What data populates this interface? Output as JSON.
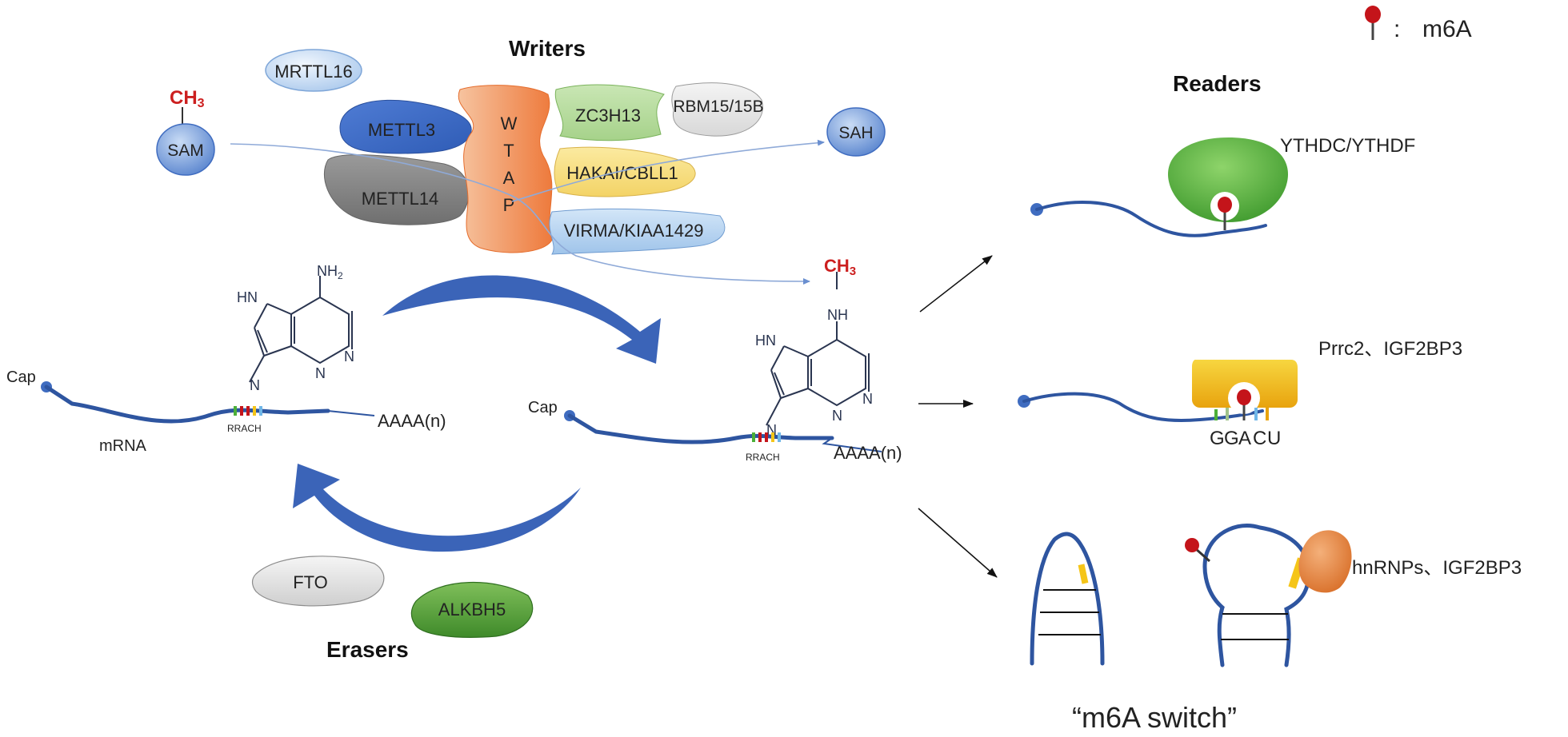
{
  "legend": {
    "separator": ":",
    "label": "m6A"
  },
  "writers": {
    "title": "Writers",
    "proteins": {
      "mettl16": "MRTTL16",
      "mettl3": "METTL3",
      "mettl14": "METTL14",
      "wtap_letters": [
        "W",
        "T",
        "A",
        "P"
      ],
      "zc3h13": "ZC3H13",
      "rbm15": "RBM15/15B",
      "hakai": "HAKAI/CBLL1",
      "virma": "VIRMA/KIAA1429"
    }
  },
  "methyl_donor": {
    "ch3": "CH3",
    "ch3_main": "CH",
    "ch3_sub": "3",
    "sam": "SAM",
    "sah": "SAH"
  },
  "erasers": {
    "title": "Erasers",
    "fto": "FTO",
    "alkbh5": "ALKBH5"
  },
  "mrna_left": {
    "cap": "Cap",
    "label": "mRNA",
    "motif": "RRACH",
    "tail": "AAAA(n)"
  },
  "mrna_right": {
    "cap": "Cap",
    "motif": "RRACH",
    "tail": "AAAA(n)"
  },
  "adenine": {
    "nh2": "NH",
    "nh2_sub": "2",
    "hn": "HN",
    "n": "N"
  },
  "m6a_base": {
    "ch3_main": "CH",
    "ch3_sub": "3",
    "nh": "NH",
    "hn": "HN",
    "n": "N"
  },
  "readers": {
    "title": "Readers",
    "ythdc": "YTHDC/YTHDF",
    "prrc2": "Prrc2、IGF2BP3",
    "motif_letters": [
      "G",
      "G",
      "A",
      "C",
      "U"
    ],
    "hnrnps": "hnRNPs、IGF2BP3",
    "switch_label": "“m6A switch”"
  },
  "colors": {
    "rna_blue": "#2e55a0",
    "arrow_blue": "#3b64b8",
    "m6a_red": "#c4141a",
    "green": "#4caf38",
    "orange": "#f0955a",
    "yellow": "#f5c518"
  }
}
